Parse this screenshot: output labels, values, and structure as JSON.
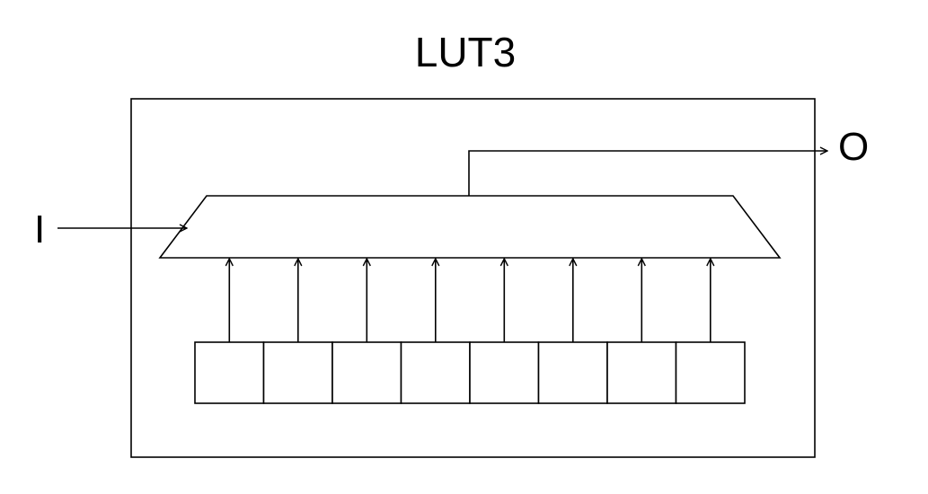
{
  "title": "LUT3",
  "input_port": {
    "label": "I"
  },
  "output_port": {
    "label": "O"
  },
  "memory": {
    "cell_count": 8
  },
  "colors": {
    "stroke": "#000000",
    "background": "#ffffff"
  }
}
